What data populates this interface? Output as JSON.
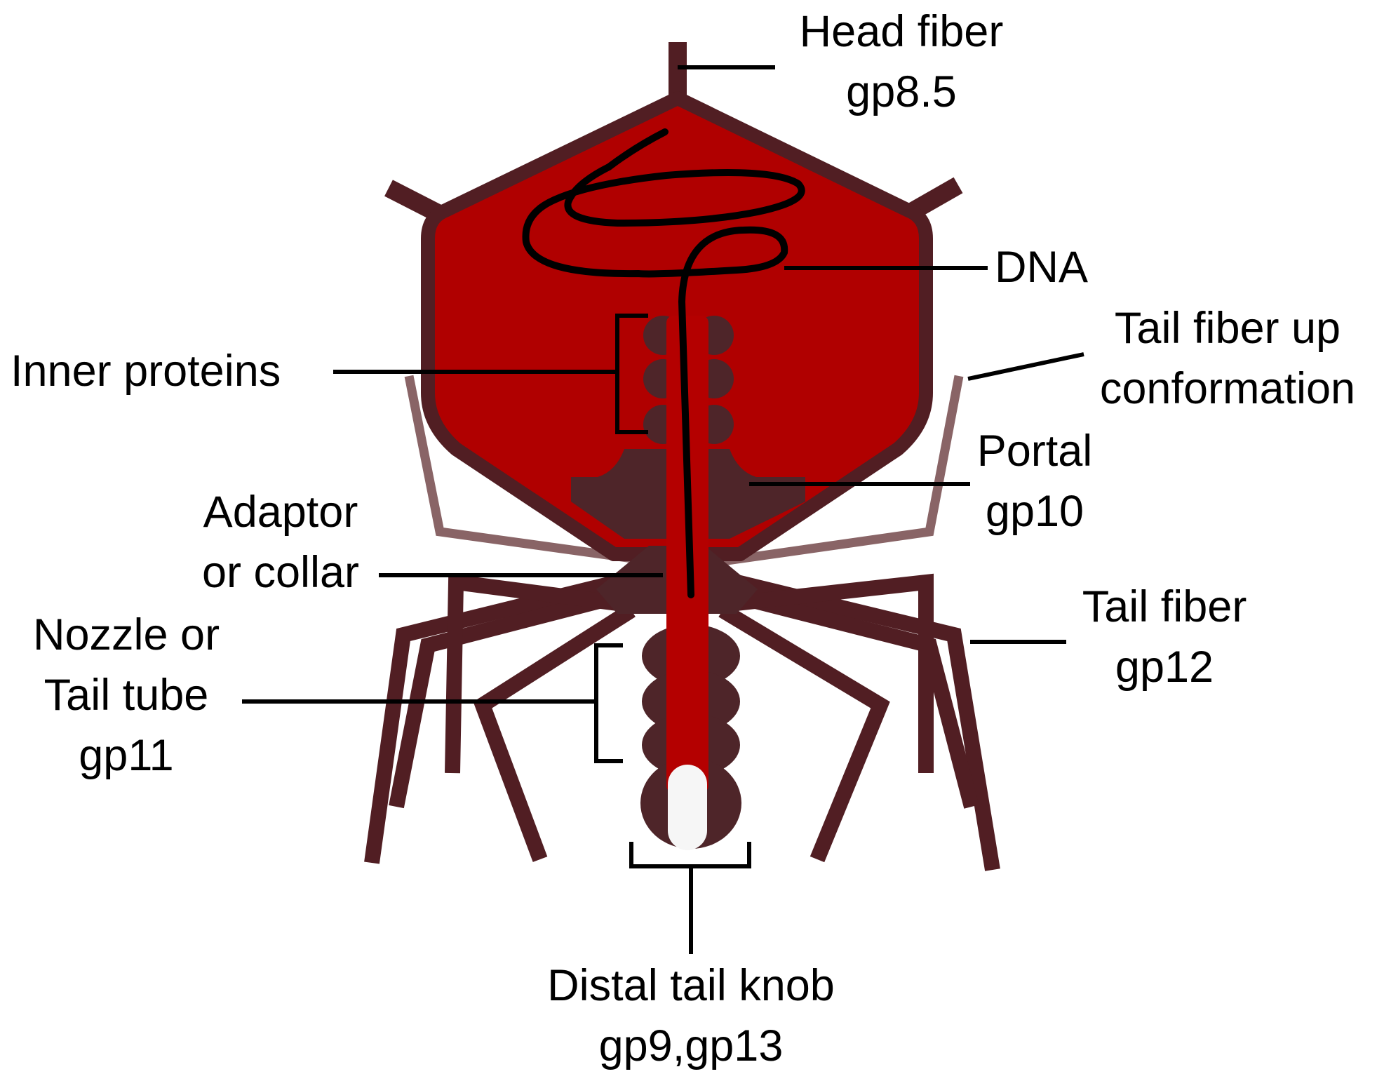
{
  "colors": {
    "capsid_fill": "#b00000",
    "capsid_border": "#511e23",
    "dark_protein": "#4e2529",
    "tail_tube": "#b40000",
    "fiber_up": "#896466",
    "knob_tip": "#f6f6f6",
    "leader_line": "#000000"
  },
  "labels": {
    "head_fiber": {
      "line1": "Head fiber",
      "line2": "gp8.5"
    },
    "dna": {
      "line1": "DNA"
    },
    "tail_fiber_up": {
      "line1": "Tail fiber up",
      "line2": "conformation"
    },
    "inner_proteins": {
      "line1": "Inner proteins"
    },
    "portal": {
      "line1": "Portal",
      "line2": "gp10"
    },
    "adaptor": {
      "line1": "Adaptor",
      "line2": "or collar"
    },
    "tail_fiber": {
      "line1": "Tail fiber",
      "line2": "gp12"
    },
    "nozzle": {
      "line1": "Nozzle or",
      "line2": "Tail tube",
      "line3": "gp11"
    },
    "distal_knob": {
      "line1": "Distal tail knob",
      "line2": "gp9,gp13"
    }
  }
}
